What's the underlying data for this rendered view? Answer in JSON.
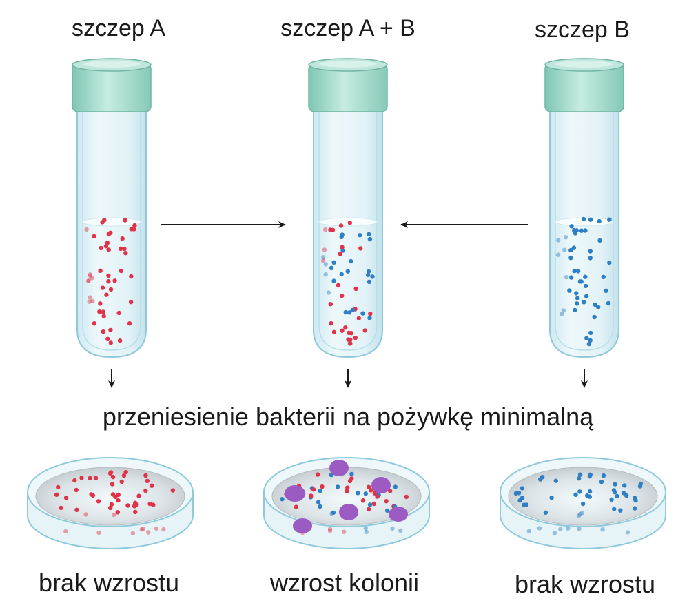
{
  "strains": {
    "a": {
      "label": "szczep A",
      "result": "brak wzrostu"
    },
    "ab": {
      "label": "szczep A + B",
      "result": "wzrost kolonii"
    },
    "b": {
      "label": "szczep B",
      "result": "brak wzrostu"
    }
  },
  "transfer_caption": "przeniesienie bakterii na pożywkę minimalną",
  "colors": {
    "strain_a_bacteria": "#e0334a",
    "strain_b_bacteria": "#2f7fc4",
    "colony": "#9b5bc2",
    "tube_glass": "#e4f3f8",
    "tube_outline": "#8ec9dc",
    "cap": "#a9dccf",
    "medium": "#d9d9d9",
    "arrow": "#1a1a1a"
  }
}
